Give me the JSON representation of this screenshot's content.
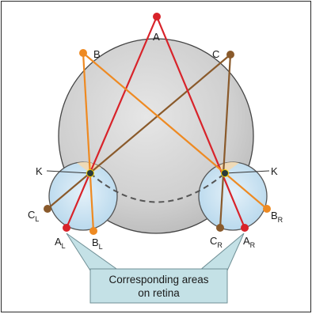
{
  "labels": {
    "A": "A",
    "B": "B",
    "C": "C",
    "K_left": "K",
    "K_right": "K",
    "CL_main": "C",
    "CL_sub": "L",
    "AL_main": "A",
    "AL_sub": "L",
    "BL_main": "B",
    "BL_sub": "L",
    "CR_main": "C",
    "CR_sub": "R",
    "AR_main": "A",
    "AR_sub": "R",
    "BR_main": "B",
    "BR_sub": "R"
  },
  "callout": {
    "line1": "Corresponding areas",
    "line2": "on retina"
  },
  "colors": {
    "red": "#d8232a",
    "orange": "#ee8a22",
    "brown": "#8a5a2b",
    "eye_fill": "#c9e3f2",
    "sphere_fill": "#cfcfcf",
    "callout_fill": "#c4e1e6",
    "fovea": "#f2d000"
  }
}
